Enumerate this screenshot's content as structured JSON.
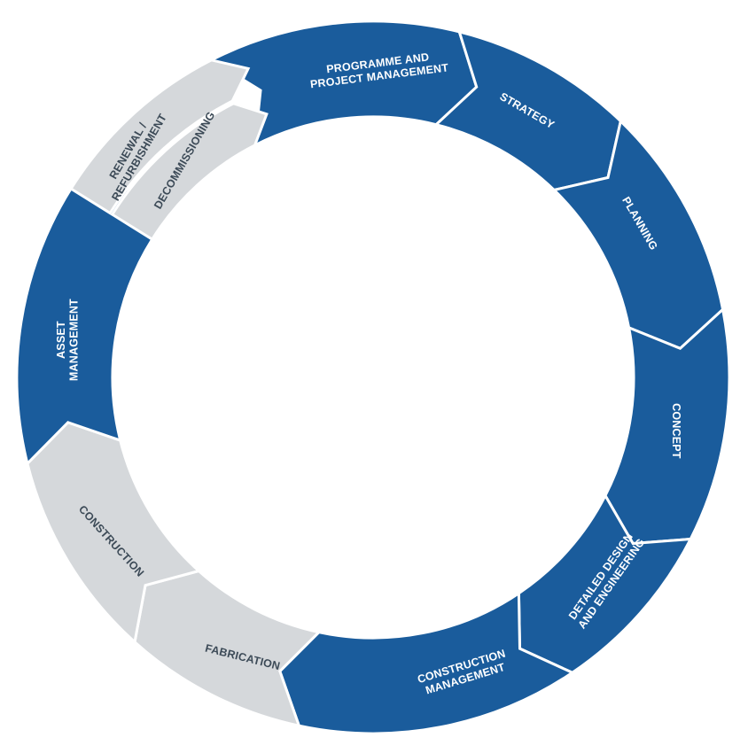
{
  "diagram": {
    "colors": {
      "primary": "#1a5c9c",
      "secondary": "#d5d8db",
      "primary_text": "#ffffff",
      "secondary_text": "#3c4a57",
      "background": "#ffffff"
    },
    "segments": [
      {
        "id": "programme",
        "label_lines": [
          "PROGRAMME AND",
          "PROJECT MANAGEMENT"
        ],
        "style": "primary"
      },
      {
        "id": "strategy",
        "label_lines": [
          "STRATEGY"
        ],
        "style": "primary"
      },
      {
        "id": "planning",
        "label_lines": [
          "PLANNING"
        ],
        "style": "primary"
      },
      {
        "id": "concept",
        "label_lines": [
          "CONCEPT"
        ],
        "style": "primary"
      },
      {
        "id": "detailed-design",
        "label_lines": [
          "DETAILED DESIGN",
          "AND ENGINEERING"
        ],
        "style": "primary"
      },
      {
        "id": "construction-management",
        "label_lines": [
          "CONSTRUCTION",
          "MANAGEMENT"
        ],
        "style": "primary"
      },
      {
        "id": "fabrication",
        "label_lines": [
          "FABRICATION"
        ],
        "style": "secondary"
      },
      {
        "id": "construction",
        "label_lines": [
          "CONSTRUCTION"
        ],
        "style": "secondary"
      },
      {
        "id": "asset-management",
        "label_lines": [
          "ASSET",
          "MANAGEMENT"
        ],
        "style": "primary"
      },
      {
        "id": "decommissioning",
        "label_lines": [
          "DECOMMISSIONING"
        ],
        "style": "secondary"
      },
      {
        "id": "renewal",
        "label_lines": [
          "RENEWAL /",
          "REFURBISHMENT"
        ],
        "style": "secondary"
      }
    ]
  }
}
